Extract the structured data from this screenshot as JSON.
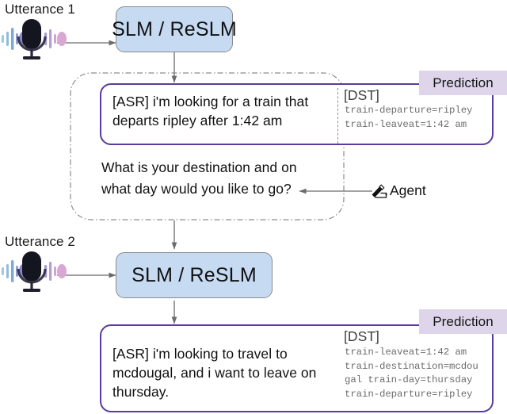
{
  "diagram": {
    "title_flow": "SLM / ReSLM dialogue state tracking flow",
    "colors": {
      "slm_box_fill": "#c6daf2",
      "slm_box_border": "#8a8a8a",
      "prediction_border": "#5b3c9e",
      "prediction_badge_fill": "#ded5ea",
      "connector": "#6b6b6b",
      "dashdot_frame": "#8d8d8d",
      "mono_text": "#6d6d6d"
    },
    "turns": [
      {
        "id": "turn-1",
        "utterance_label": "Utterance 1",
        "model_label": "SLM / ReSLM",
        "badge_label": "Prediction",
        "asr_text": "[ASR] i'm looking for a train that departs ripley after 1:42 am",
        "dst_header": "[DST]",
        "dst_lines": [
          "train-departure=ripley",
          "train-leaveat=1:42 am"
        ]
      },
      {
        "id": "turn-2",
        "utterance_label": "Utterance 2",
        "model_label": "SLM / ReSLM",
        "badge_label": "Prediction",
        "asr_text": "[ASR] i'm looking to travel to mcdougal, and i want to leave on thursday.",
        "dst_header": "[DST]",
        "dst_lines": [
          "train-leaveat=1:42 am",
          "train-destination=mcdou",
          "gal train-day=thursday",
          "train-departure=ripley"
        ]
      }
    ],
    "agent": {
      "label": "Agent",
      "question": "What is your destination and on what day would you like to go?",
      "icon": "writing-hand-icon"
    },
    "icons": {
      "microphone": "microphone-icon",
      "waveform": "waveform-icon"
    }
  }
}
